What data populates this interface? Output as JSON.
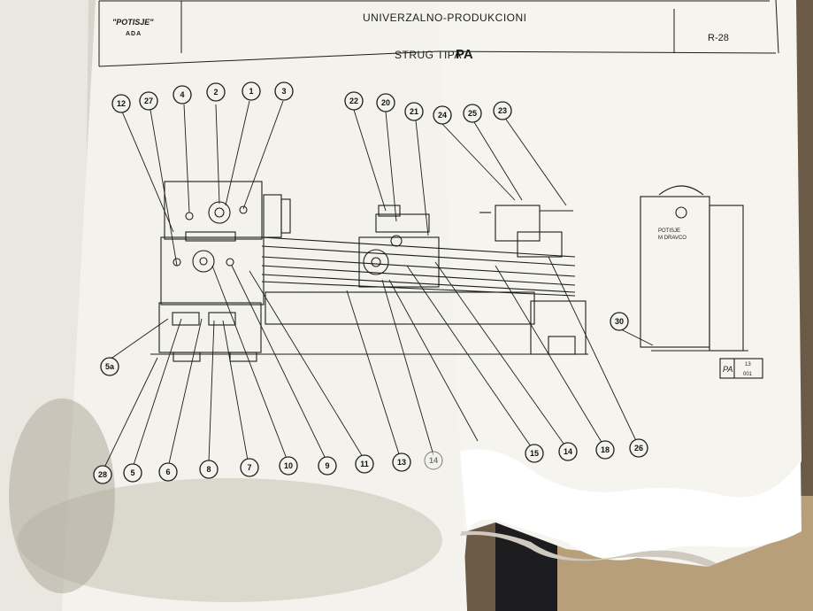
{
  "header": {
    "brand_name": "\"POTISJE\"",
    "brand_city": "ADA",
    "title_line1": "UNIVERZALNO-PRODUKCIONI",
    "title_line2_prefix": "STRUG TIPA",
    "title_line2_model": "PA",
    "page_code": "R-28"
  },
  "side_view": {
    "plate_line1": "POTISJE",
    "plate_line2": "M DRAVCO",
    "stamp_model": "PA",
    "stamp_fraction_top": "13",
    "stamp_fraction_bottom": "001"
  },
  "callouts_top": [
    "12",
    "27",
    "4",
    "2",
    "1",
    "3",
    "22",
    "20",
    "21",
    "24",
    "25",
    "23"
  ],
  "callouts_side": [
    "5a",
    "30"
  ],
  "callouts_bottom": [
    "28",
    "5",
    "6",
    "8",
    "7",
    "10",
    "9",
    "11",
    "13",
    "14",
    "15",
    "14",
    "18",
    "26"
  ],
  "colors": {
    "paper": "#f1f0ea",
    "ink": "#1c1c1c",
    "background_desk": "#6b5a45",
    "stain": "#9c9686"
  }
}
